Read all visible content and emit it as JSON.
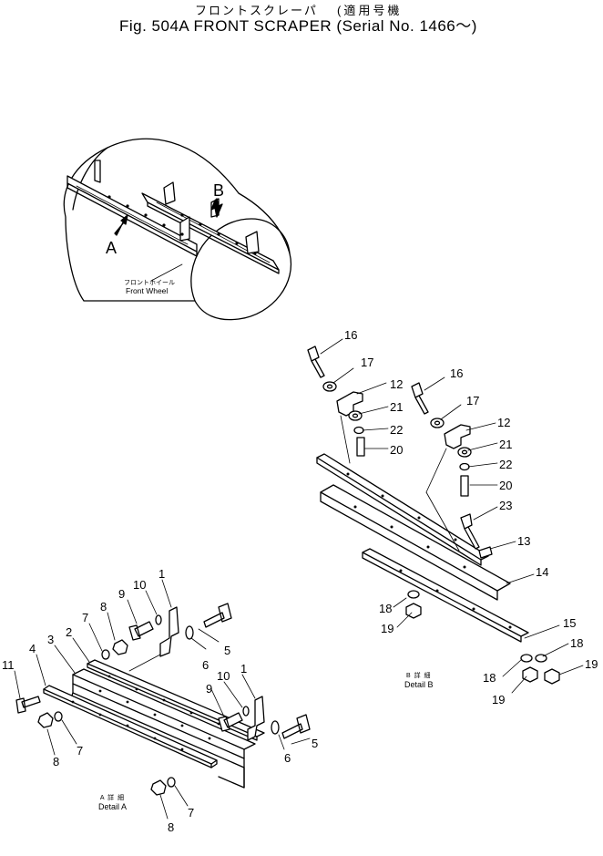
{
  "header": {
    "title_jp": "フロントスクレーパ",
    "title_jp_paren": "(適用号機",
    "title_main": "Fig. 504A FRONT SCRAPER (Serial No. 1466～)"
  },
  "overview": {
    "arrow_a": "A",
    "arrow_b": "B",
    "wheel_label_jp": "フロントホイール",
    "wheel_label": "Front  Wheel"
  },
  "detail_b": {
    "caption_jp": "B 詳 細",
    "caption": "Detail  B",
    "callouts": [
      "16",
      "17",
      "12",
      "21",
      "22",
      "20",
      "16",
      "17",
      "12",
      "21",
      "22",
      "20",
      "23",
      "13",
      "14",
      "18",
      "19",
      "15",
      "18",
      "19",
      "18",
      "19"
    ]
  },
  "detail_a": {
    "caption_jp": "A 詳 細",
    "caption": "Detail  A",
    "callouts": [
      "1",
      "10",
      "9",
      "8",
      "7",
      "2",
      "3",
      "4",
      "11",
      "5",
      "6",
      "1",
      "10",
      "9",
      "5",
      "6",
      "8",
      "7",
      "8",
      "7"
    ]
  }
}
